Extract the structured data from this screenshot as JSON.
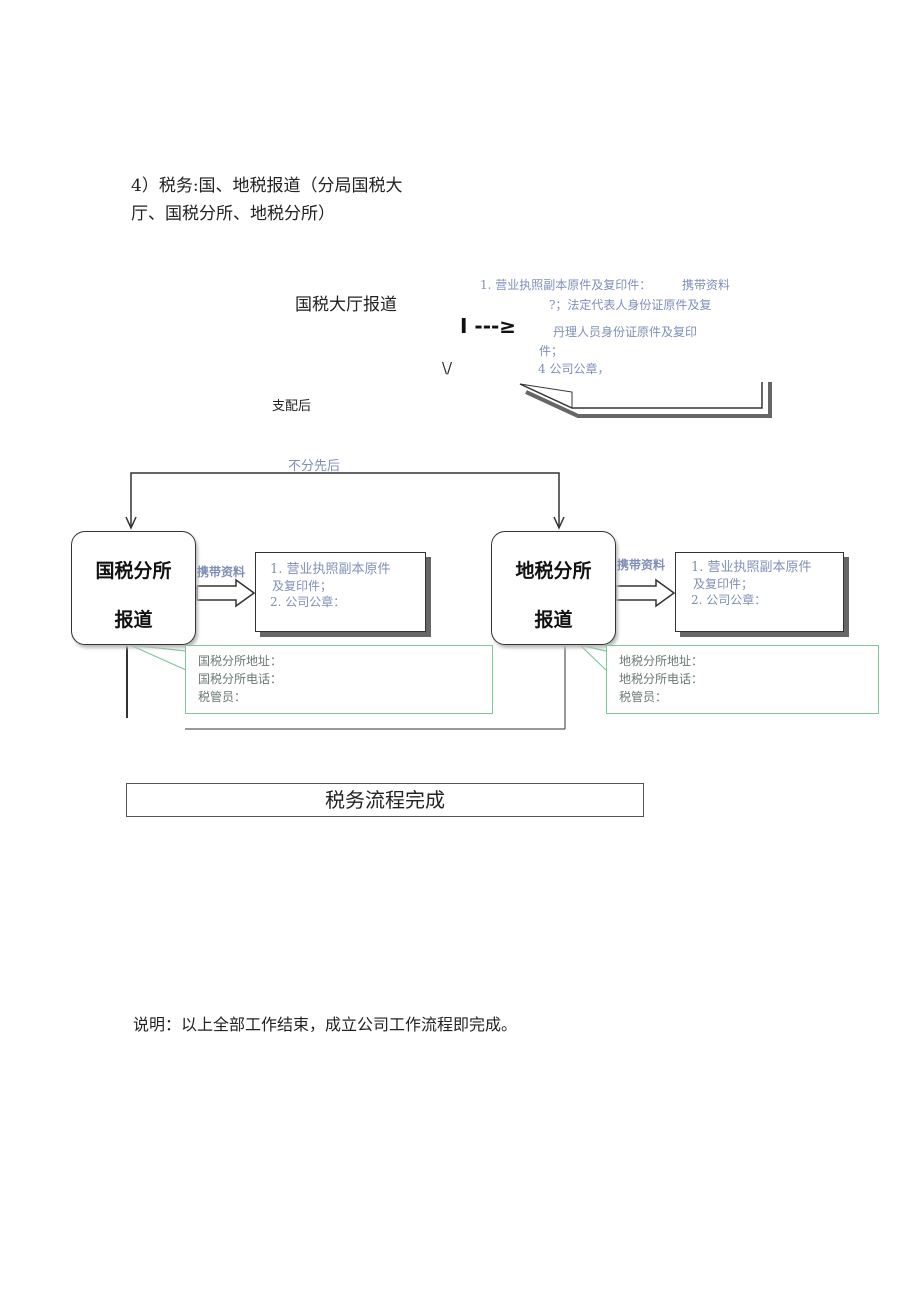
{
  "heading": {
    "line1": "4）税务:国、地税报道（分局国税大",
    "line2": "厅、国税分所、地税分所）"
  },
  "top_flow": {
    "hall_label": "国税大厅报道",
    "arrow_text": "I ---≥",
    "v_mark": "\\/",
    "after_label": "支配后",
    "docs": {
      "line1": "1. 营业执照副本原件及复印件：",
      "carry": "携带资料",
      "line2": "?；法定代表人身份证原件及复",
      "line3": "丹理人员身份证原件及复印",
      "line4": "件；",
      "line5": "4   公司公章，"
    }
  },
  "order_label": "不分先后",
  "national": {
    "office_line1": "国税分所",
    "office_line2": "报道",
    "carry": "携带资料",
    "doc_line1": "1. 营业执照副本原件",
    "doc_line2": "及复印件；",
    "doc_line3": "2. 公司公章：",
    "info_line1": "国税分所地址：",
    "info_line2": "国税分所电话：",
    "info_line3": "税管员："
  },
  "local": {
    "office_line1": "地税分所",
    "office_line2": "报道",
    "carry": "携带资料",
    "doc_line1": "1. 营业执照副本原件",
    "doc_line2": "及复印件；",
    "doc_line3": "2. 公司公章：",
    "info_line1": "地税分所地址：",
    "info_line2": "地税分所电话：",
    "info_line3": "税管员："
  },
  "final_box": "税务流程完成",
  "footer": "说明：以上全部工作结束，成立公司工作流程即完成。",
  "colors": {
    "accent_blue": "#7f8fb8",
    "note_green": "#7cc79a",
    "line": "#333333"
  }
}
